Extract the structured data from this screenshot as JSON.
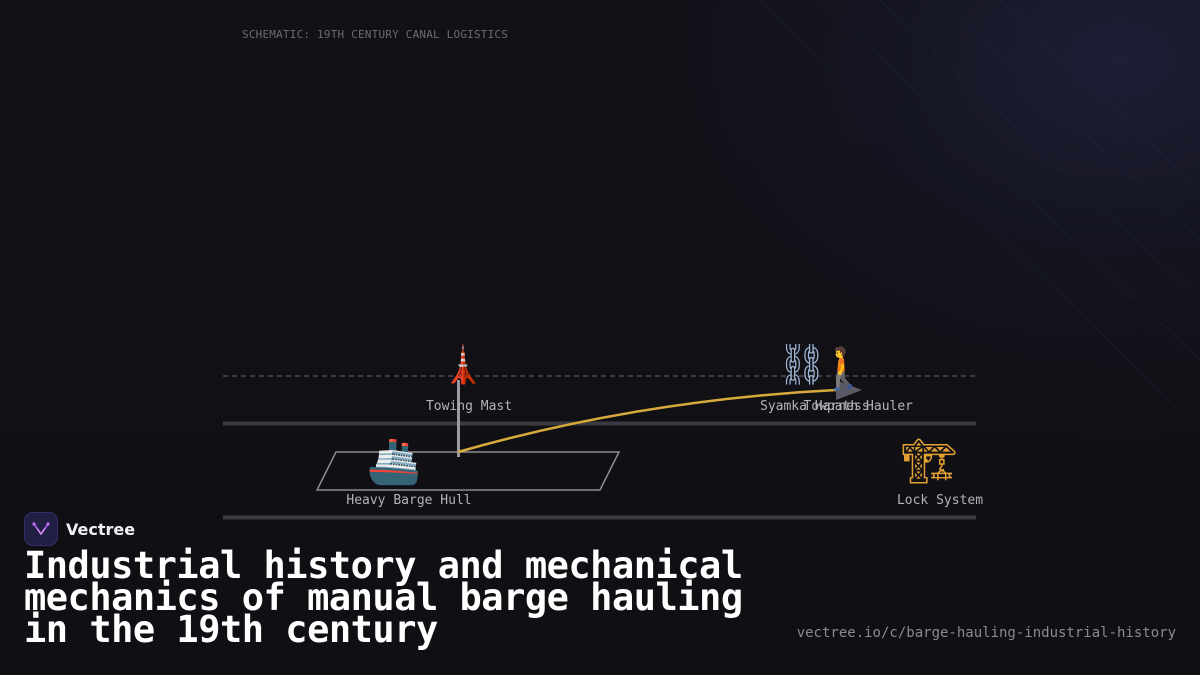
{
  "schematic_caption": "SCHEMATIC: 19TH CENTURY CANAL LOGISTICS",
  "diagram": {
    "labels": {
      "towing_mast": "Towing Mast",
      "syamka": "Syamka Harness",
      "towpath_hauler": "Towpath Hauler",
      "barge_hull": "Heavy Barge Hull",
      "lock_system": "Lock System"
    },
    "icons": {
      "towing_mast": "🗼",
      "harness": "⛓",
      "hauler": "🚶",
      "barge": "🚢",
      "lock": "🏗"
    },
    "colors": {
      "tow_rope": "#d8aa3c",
      "mast": "#9a9aa0",
      "hull_outline": "#8d8d92",
      "bank_line": "#3a3a40",
      "towpath_dash": "#4a4a50"
    }
  },
  "brand": {
    "name": "Vectree"
  },
  "headline": "Industrial history and mechanical mechanics of manual barge hauling in the 19th century",
  "url": "vectree.io/c/barge-hauling-industrial-history"
}
